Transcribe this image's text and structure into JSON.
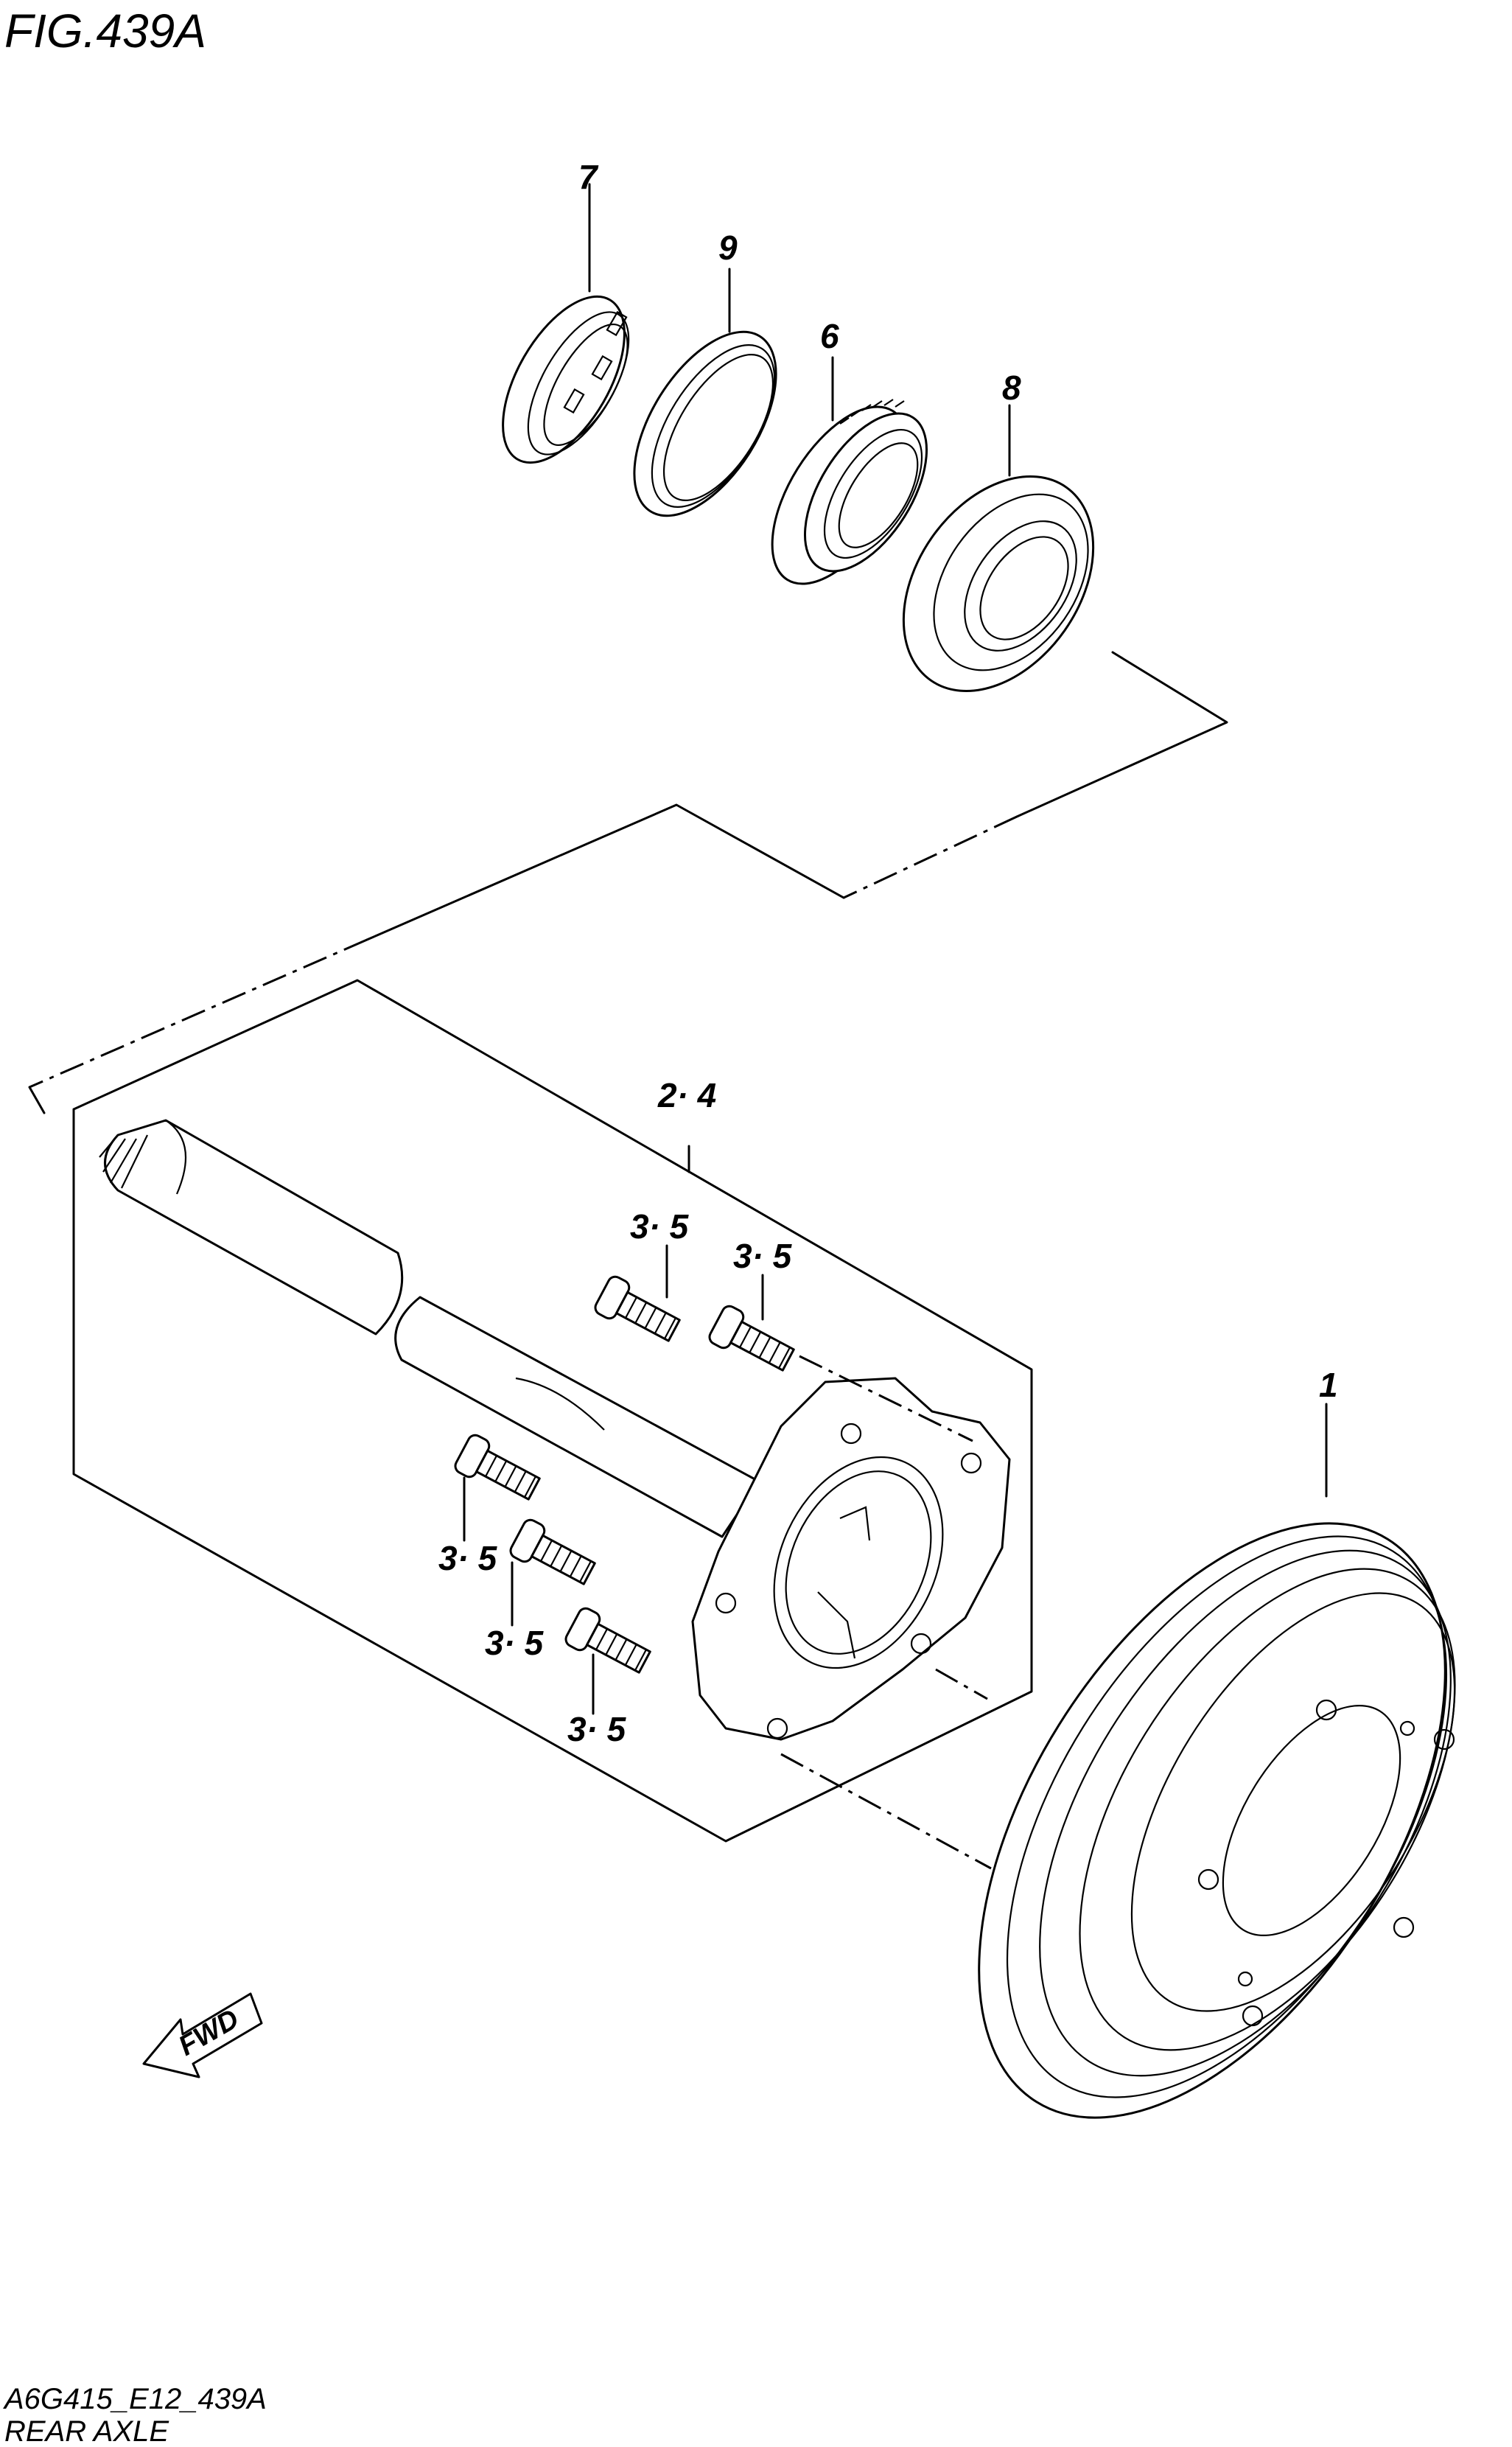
{
  "figure_title": "FIG.439A",
  "parts": {
    "p1": "1",
    "p24": "2· 4",
    "p35": "3· 5",
    "p6": "6",
    "p7": "7",
    "p8": "8",
    "p9": "9"
  },
  "fwd_label": "FWD",
  "footer": {
    "code": "A6G415_E12_439A",
    "name": "REAR AXLE"
  }
}
